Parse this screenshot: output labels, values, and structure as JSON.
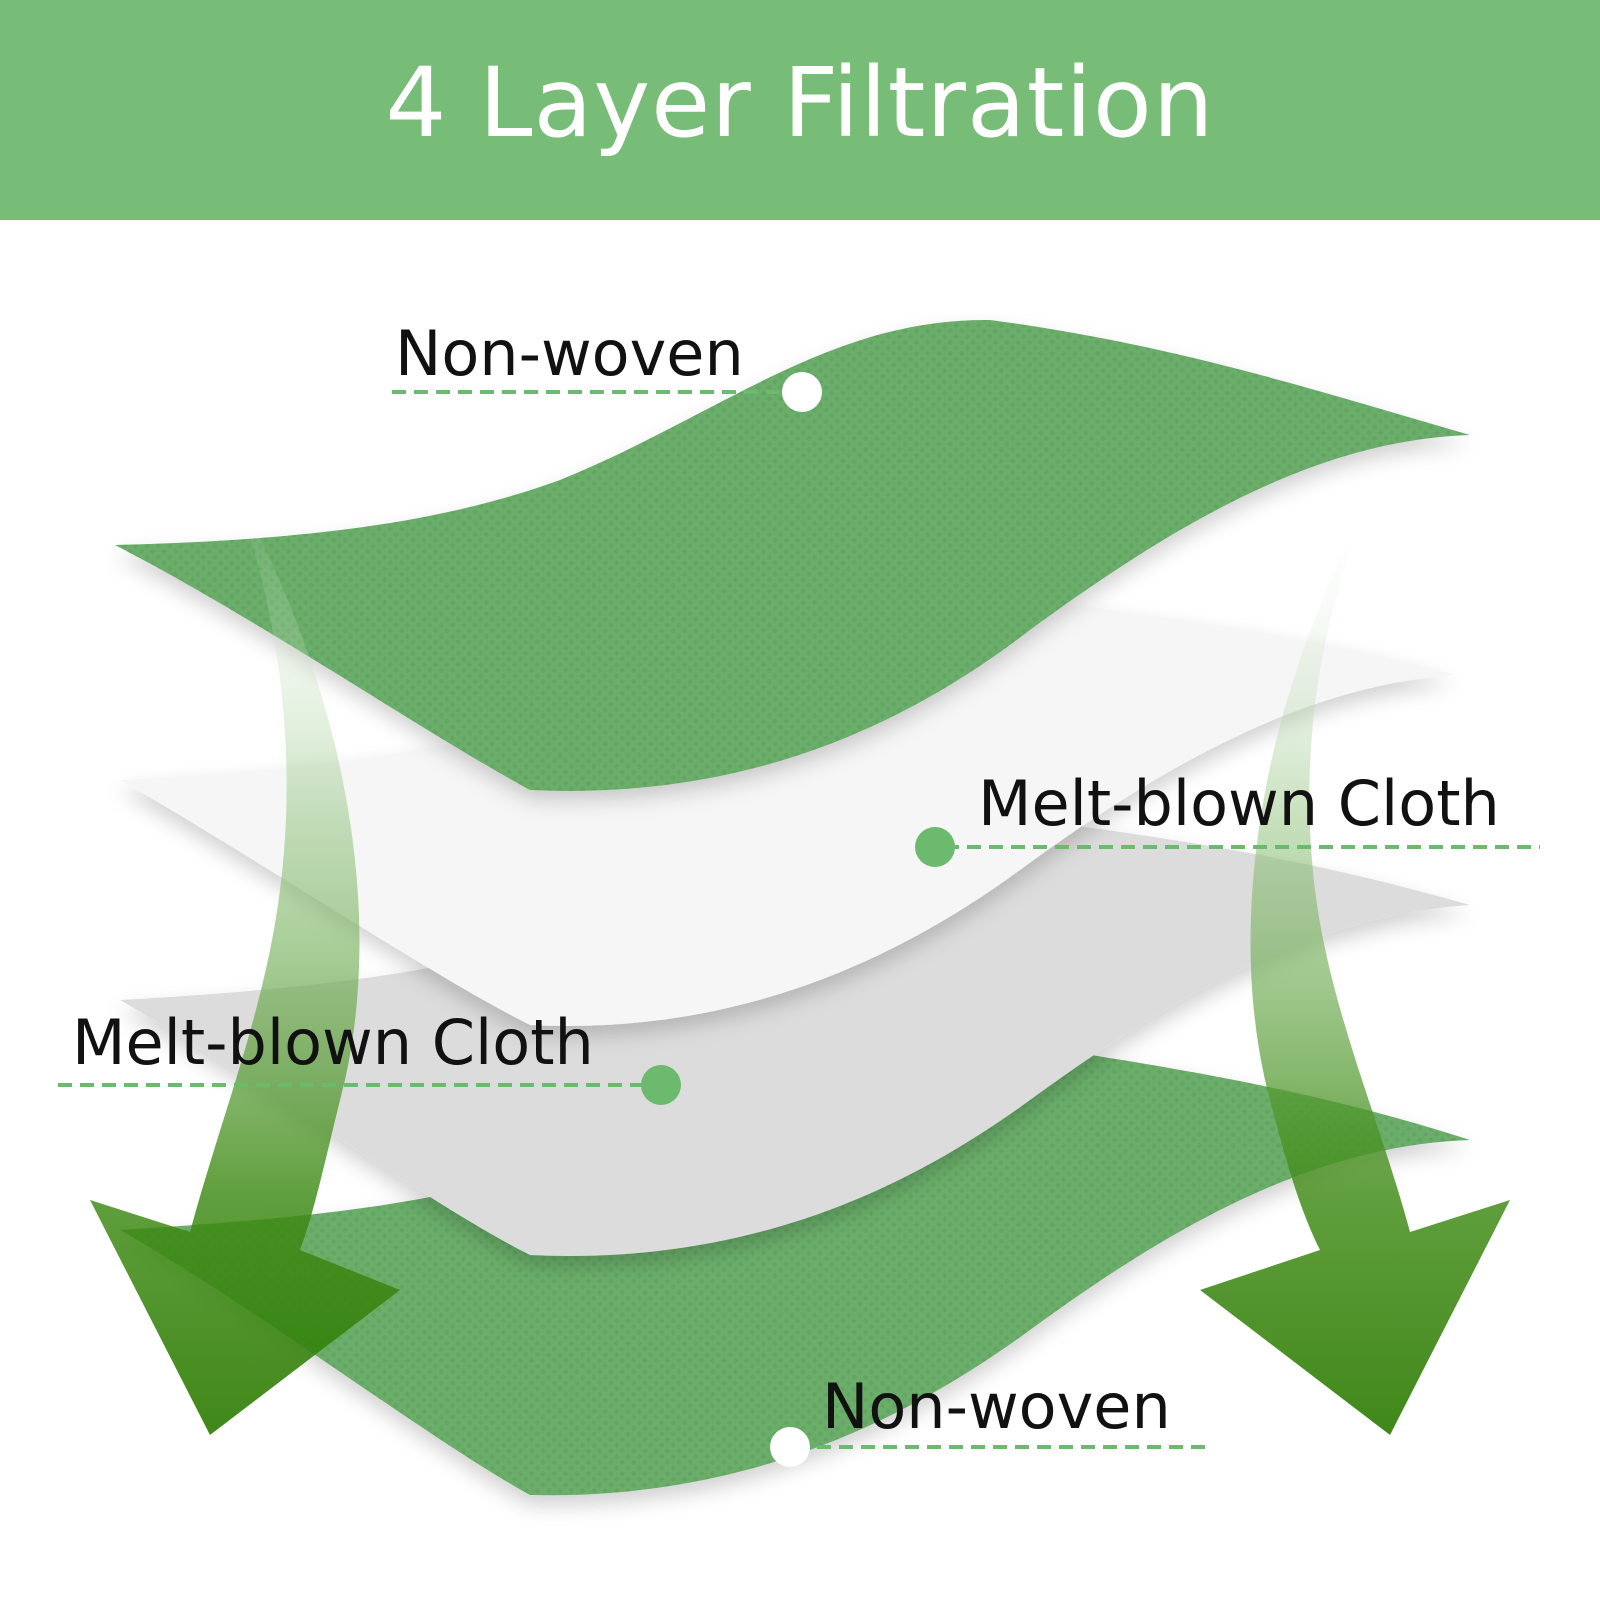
{
  "title": "4 Layer Filtration",
  "layers": [
    {
      "id": "top",
      "label": "Non-woven"
    },
    {
      "id": "melt1",
      "label": "Melt-blown Cloth"
    },
    {
      "id": "melt2",
      "label": "Melt-blown Cloth"
    },
    {
      "id": "bottom",
      "label": "Non-woven"
    }
  ],
  "colors": {
    "banner": "#77bd78",
    "layer_green": "#6aae6b",
    "melt_light": "#f6f6f6",
    "melt_grey": "#dcdcdc",
    "accent": "#6cba6e",
    "arrow_dark": "#2f7d05"
  }
}
